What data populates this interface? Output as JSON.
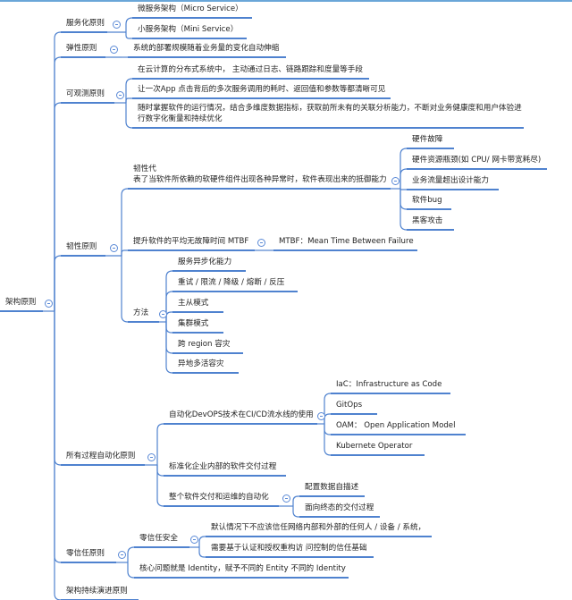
{
  "colors": {
    "line": "#4f82cf",
    "top_border": "#6aa6d8"
  },
  "nodes": {
    "root": {
      "text": "架构原则",
      "collapsible": true
    },
    "svc": {
      "text": "服务化原则",
      "parent": "root",
      "collapsible": true
    },
    "svc1": {
      "text": "微服务架构（Micro Service）",
      "parent": "svc"
    },
    "svc2": {
      "text": "小服务架构（Mini Service）",
      "parent": "svc"
    },
    "ela": {
      "text": "弹性原则",
      "parent": "root",
      "collapsible": true
    },
    "ela1": {
      "text": "系统的部署规模随着业务量的变化自动伸缩",
      "parent": "ela"
    },
    "obs": {
      "text": "可观测原则",
      "parent": "root",
      "collapsible": true
    },
    "obs1": {
      "text": "在云计算的分布式系统中， 主动通过日志、链路跟踪和度量等手段",
      "parent": "obs"
    },
    "obs2": {
      "text": "让一次App 点击背后的多次服务调用的耗时、返回值和参数等都清晰可见",
      "parent": "obs"
    },
    "obs3": {
      "text": "随时掌握软件的运行情况，结合多维度数据指标，获取前所未有的关联分析能力，不断对业务健康度和用户体验进\n行数字化衡量和持续优化",
      "parent": "obs"
    },
    "res": {
      "text": "韧性原则",
      "parent": "root",
      "collapsible": true
    },
    "res1": {
      "text": "韧性代\n表了当软件所依赖的软硬件组件出现各种异常时，软件表现出来的抵御能力",
      "parent": "res",
      "collapsible": true
    },
    "res1a": {
      "text": "硬件故障",
      "parent": "res1"
    },
    "res1b": {
      "text": "硬件资源瓶颈(如 CPU/ 网卡带宽耗尽)",
      "parent": "res1"
    },
    "res1c": {
      "text": "业务流量超出设计能力",
      "parent": "res1"
    },
    "res1d": {
      "text": "软件bug",
      "parent": "res1"
    },
    "res1e": {
      "text": "黑客攻击",
      "parent": "res1"
    },
    "res2": {
      "text": "提升软件的平均无故障时间 MTBF",
      "parent": "res",
      "collapsible": true
    },
    "res2a": {
      "text": "MTBF：Mean Time Between Failure",
      "parent": "res2"
    },
    "res3": {
      "text": "方法",
      "parent": "res",
      "collapsible": true
    },
    "res3a": {
      "text": "服务异步化能力",
      "parent": "res3"
    },
    "res3b": {
      "text": "重试 / 限流 / 降级 / 熔断 / 反压",
      "parent": "res3"
    },
    "res3c": {
      "text": "主从模式",
      "parent": "res3"
    },
    "res3d": {
      "text": "集群模式",
      "parent": "res3"
    },
    "res3e": {
      "text": "跨 region 容灾",
      "parent": "res3"
    },
    "res3f": {
      "text": "异地多活容灾",
      "parent": "res3"
    },
    "auto": {
      "text": "所有过程自动化原则",
      "parent": "root",
      "collapsible": true
    },
    "auto1": {
      "text": "自动化DevOPS技术在CI/CD流水线的使用",
      "parent": "auto",
      "collapsible": true
    },
    "auto1a": {
      "text": "IaC：Infrastructure as Code",
      "parent": "auto1"
    },
    "auto1b": {
      "text": "GitOps",
      "parent": "auto1"
    },
    "auto1c": {
      "text": "OAM： Open Application Model",
      "parent": "auto1"
    },
    "auto1d": {
      "text": "Kubernete Operator",
      "parent": "auto1"
    },
    "auto2": {
      "text": "标准化企业内部的软件交付过程",
      "parent": "auto"
    },
    "auto3": {
      "text": "整个软件交付和运维的自动化",
      "parent": "auto",
      "collapsible": true
    },
    "auto3a": {
      "text": "配置数据自描述",
      "parent": "auto3"
    },
    "auto3b": {
      "text": "面向终态的交付过程",
      "parent": "auto3"
    },
    "zt": {
      "text": "零信任原则",
      "parent": "root",
      "collapsible": true
    },
    "zt1": {
      "text": "零信任安全",
      "parent": "zt",
      "collapsible": true
    },
    "zt1a": {
      "text": "默认情况下不应该信任网络内部和外部的任何人 / 设备 / 系统，",
      "parent": "zt1"
    },
    "zt1b": {
      "text": "需要基于认证和授权重构访 问控制的信任基础",
      "parent": "zt1"
    },
    "zt2": {
      "text": "核心问题就是 Identity，赋予不同的 Entity 不同的 Identity",
      "parent": "zt"
    },
    "evo": {
      "text": "架构持续演进原则",
      "parent": "root"
    }
  }
}
